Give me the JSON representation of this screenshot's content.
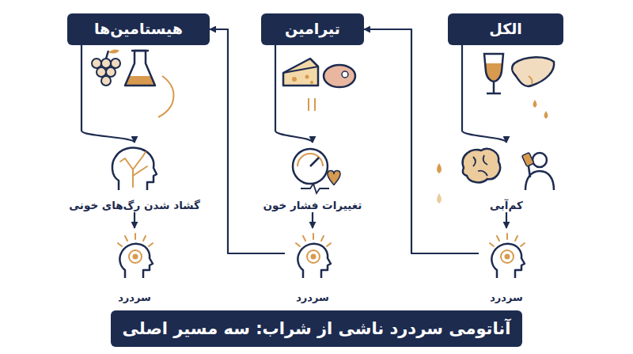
{
  "diagram": {
    "title": "آناتومی سردرد ناشی از شراب: سه مسیر اصلی",
    "nodes": [
      {
        "text": [
          "الکل"
        ]
      },
      {
        "text": [
          "کم‌آبی"
        ]
      },
      {
        "text": [
          "سردرد"
        ]
      },
      {
        "text": [
          "تیرامین"
        ]
      },
      {
        "text": [
          "تغییرات فشار خون"
        ]
      },
      {
        "text": [
          "سردرد"
        ]
      },
      {
        "text": [
          "هیستامین‌ها"
        ]
      },
      {
        "text": [
          "گشاد شدن رگ‌های خونی"
        ]
      },
      {
        "text": [
          "سردرد"
        ]
      }
    ],
    "edges": [
      {
        "from": 0,
        "to": 1,
        "arrow": "to"
      },
      {
        "from": 1,
        "to": 2,
        "arrow": "to"
      },
      {
        "from": 2,
        "to": 3,
        "arrow": "to"
      },
      {
        "from": 3,
        "to": 4,
        "arrow": "to"
      },
      {
        "from": 4,
        "to": 5,
        "arrow": "to"
      },
      {
        "from": 5,
        "to": 6,
        "arrow": "to"
      },
      {
        "from": 6,
        "to": 7,
        "arrow": "to"
      },
      {
        "from": 7,
        "to": 8,
        "arrow": "to"
      }
    ]
  }
}
